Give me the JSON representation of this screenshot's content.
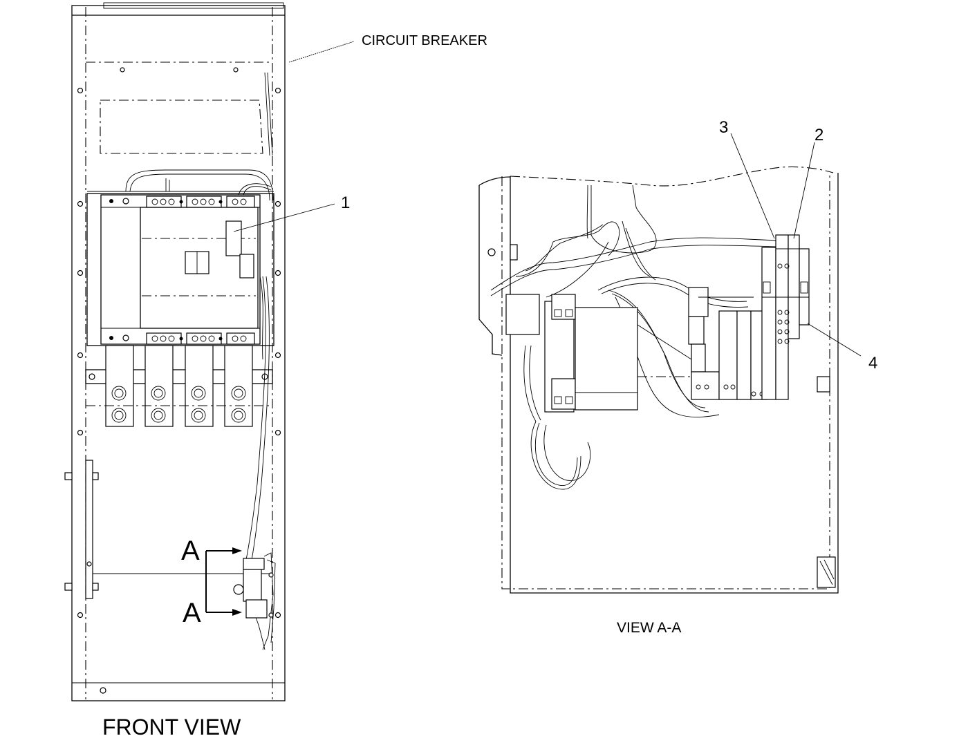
{
  "labels": {
    "circuit_breaker": "CIRCUIT BREAKER",
    "front_view": "FRONT VIEW",
    "view_aa": "VIEW  A-A",
    "section_a_top": "A",
    "section_a_bottom": "A"
  },
  "callouts": {
    "c1": "1",
    "c2": "2",
    "c3": "3",
    "c4": "4"
  }
}
